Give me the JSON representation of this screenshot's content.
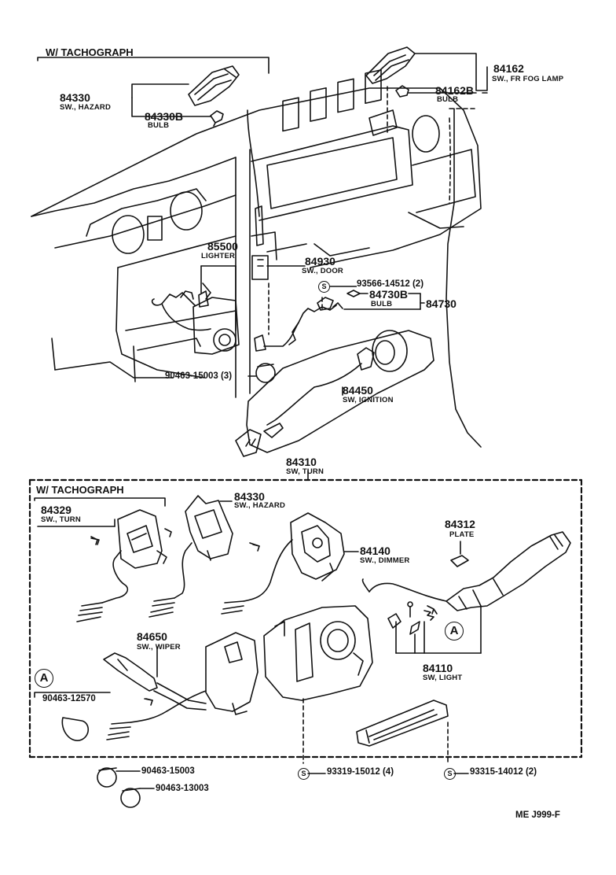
{
  "top_section": {
    "title": "W/ TACHOGRAPH",
    "hazard_switch": {
      "part": "84330",
      "desc": "SW., HAZARD"
    },
    "hazard_bulb": {
      "part": "84330B",
      "desc": "BULB"
    },
    "fog_switch": {
      "part": "84162",
      "desc": "SW., FR FOG LAMP"
    },
    "fog_bulb": {
      "part": "84162B",
      "desc": "BULB"
    },
    "lighter": {
      "part": "85500",
      "desc": "LIGHTER"
    },
    "door_switch": {
      "part": "84930",
      "desc": "SW., DOOR"
    },
    "screw_1": {
      "symbol": "S",
      "part": "93566-14512 (2)"
    },
    "bulb_84730b": {
      "part": "84730B",
      "desc": "BULB"
    },
    "assembly_84730": {
      "part": "84730"
    },
    "clamp_1": {
      "part": "90463-15003 (3)"
    },
    "ignition_switch": {
      "part": "84450",
      "desc": "SW, IGNITION"
    }
  },
  "turn_switch": {
    "part": "84310",
    "desc": "SW, TURN"
  },
  "bottom_section": {
    "title": "W/ TACHOGRAPH",
    "turn_sub": {
      "part": "84329",
      "desc": "SW., TURN"
    },
    "hazard_sub": {
      "part": "84330",
      "desc": "SW., HAZARD"
    },
    "dimmer_switch": {
      "part": "84140",
      "desc": "SW., DIMMER"
    },
    "plate": {
      "part": "84312",
      "desc": "PLATE"
    },
    "wiper_switch": {
      "part": "84650",
      "desc": "SW., WIPER"
    },
    "light_switch": {
      "part": "84110",
      "desc": "SW, LIGHT"
    },
    "ref_a_right": "A",
    "ref_a_left": "A",
    "clamp_left": {
      "part": "90463-12570"
    }
  },
  "footer": {
    "clamp_2": {
      "part": "90463-15003"
    },
    "clamp_3": {
      "part": "90463-13003"
    },
    "screw_2": {
      "symbol": "S",
      "part": "93319-15012 (4)"
    },
    "screw_3": {
      "symbol": "S",
      "part": "93315-14012 (2)"
    },
    "diagram_code": "ME  J999-F"
  }
}
